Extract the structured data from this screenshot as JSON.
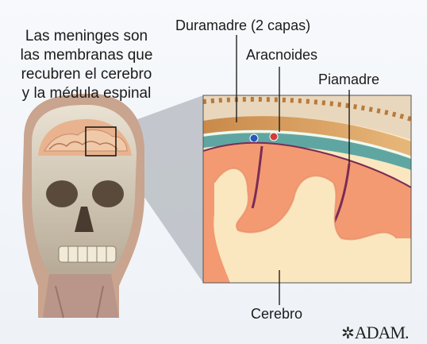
{
  "caption": {
    "line1": "Las meninges son",
    "line2": "las membranas que",
    "line3": "recubren el cerebro",
    "line4": "y la médula espinal"
  },
  "labels": {
    "duramadre": "Duramadre (2 capas)",
    "aracnoides": "Aracnoides",
    "piamadre": "Piamadre",
    "cerebro": "Cerebro"
  },
  "logo": {
    "mark": "✲",
    "text": "ADAM."
  },
  "colors": {
    "cortex": "#f4a07a",
    "white_matter": "#fbe7bf",
    "dura": "#e8a45a",
    "skull": "#d9cdb8"
  }
}
